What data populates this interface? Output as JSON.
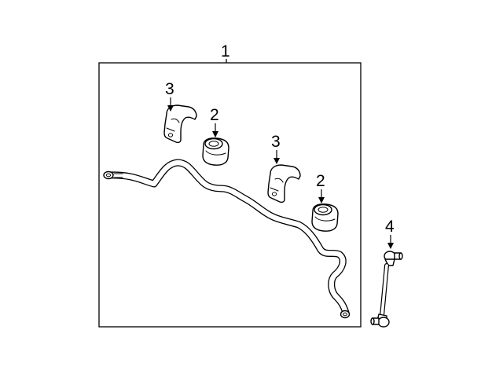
{
  "callouts": {
    "assembly": "1",
    "bushing_a": "2",
    "bushing_b": "2",
    "bracket_a": "3",
    "bracket_b": "3",
    "link": "4"
  }
}
